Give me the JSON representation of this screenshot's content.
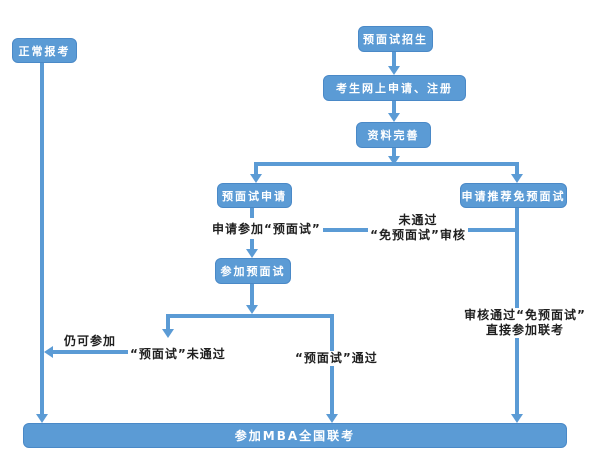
{
  "colors": {
    "accent": "#5b9bd5",
    "box_border": "#4a89c7",
    "label_text": "#1f1f1f",
    "box_text": "#ffffff",
    "bg": "#ffffff"
  },
  "diagram": {
    "nodes": {
      "normal_register": "正常报考",
      "pre_admission": "预面试招生",
      "online_apply": "考生网上申请、注册",
      "materials": "资料完善",
      "pre_apply": "预面试申请",
      "exempt_apply": "申请推荐免预面试",
      "attend_pre": "参加预面试",
      "national_exam": "参加MBA全国联考"
    },
    "labels": {
      "apply_join": "申请参加“预面试”",
      "not_pass_line1": "未通过",
      "not_pass_line2": "“免预面试”审核",
      "still_join": "仍可参加",
      "pre_fail": "“预面试”未通过",
      "pre_pass": "“预面试”通过",
      "exempt_pass_line1": "审核通过“免预面试”",
      "exempt_pass_line2": "直接参加联考"
    }
  }
}
